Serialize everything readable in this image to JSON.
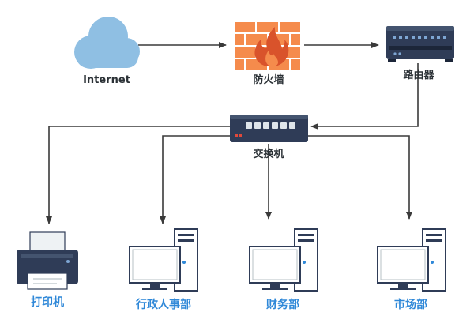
{
  "nodes": {
    "internet": {
      "label": "Internet"
    },
    "firewall": {
      "label": "防火墙"
    },
    "router": {
      "label": "路由器"
    },
    "switch": {
      "label": "交换机"
    },
    "printer": {
      "label": "打印机"
    },
    "admin_hr": {
      "label": "行政人事部"
    },
    "finance": {
      "label": "财务部"
    },
    "marketing": {
      "label": "市场部"
    }
  },
  "colors": {
    "cloud": "#8fbfe3",
    "firewall_brick": "#f58b4c",
    "firewall_flame": "#d9532b",
    "device_dark": "#2f3c57",
    "monitor_frame": "#b7c0c6",
    "line": "#3a3a3a",
    "label_blue": "#2f88d8",
    "label_dark": "#2b3136"
  }
}
